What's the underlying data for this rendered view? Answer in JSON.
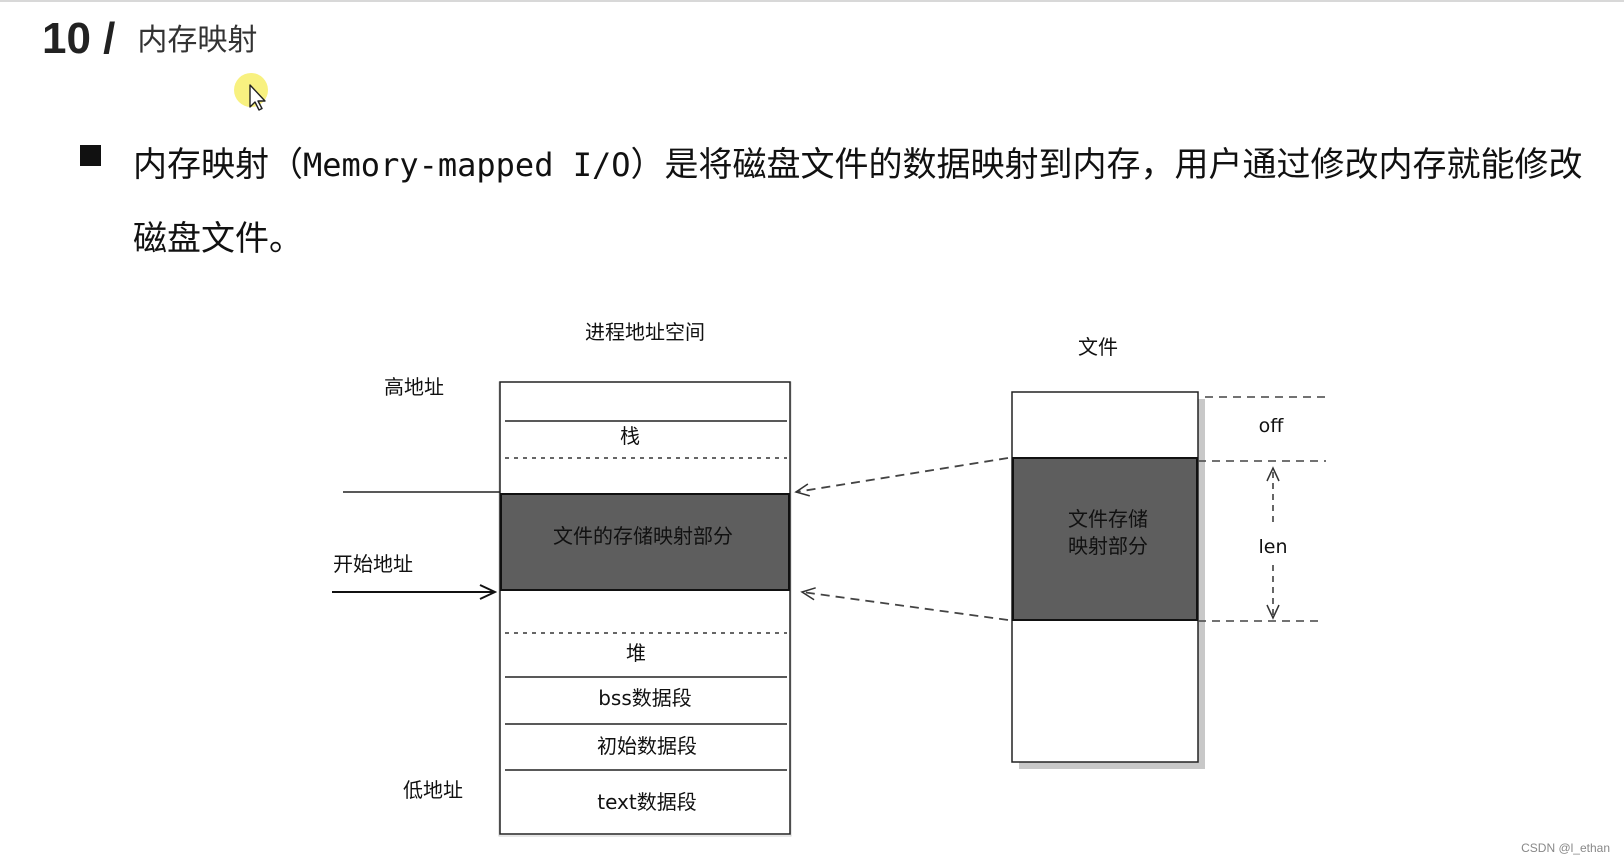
{
  "heading": {
    "number": "10 /",
    "title": "内存映射"
  },
  "bullet": {
    "prefix": "内存映射（",
    "term": "Memory-mapped I/O",
    "suffix": "）是将磁盘文件的数据映射到内存，用户通过修改内存就能修改磁盘文件。"
  },
  "diagram": {
    "process_title": "进程地址空间",
    "file_title": "文件",
    "high_addr": "高地址",
    "low_addr": "低地址",
    "start_addr": "开始地址",
    "segments": {
      "stack": "栈",
      "mapped": "文件的存储映射部分",
      "heap": "堆",
      "bss": "bss数据段",
      "data": "初始数据段",
      "text": "text数据段"
    },
    "file_mapped_line1": "文件存储",
    "file_mapped_line2": "映射部分",
    "off": "off",
    "len": "len"
  },
  "watermark": "CSDN @l_ethan"
}
